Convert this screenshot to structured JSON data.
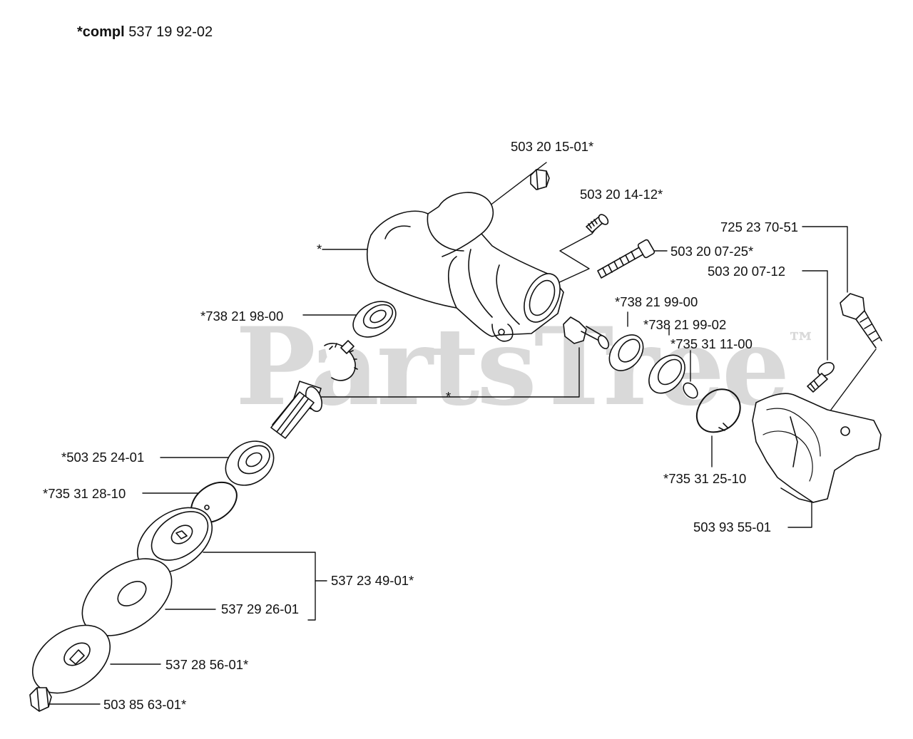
{
  "title": {
    "prefix": "*compl",
    "number": "537 19 92-02"
  },
  "watermark": {
    "text": "PartsTree",
    "mark": "™"
  },
  "labels": {
    "housing": "*",
    "plug_screw": "503 20 15-01*",
    "short_screw": "503 20 14-12*",
    "long_screw": "503 20 07-25*",
    "bearing_upper": "*738 21 98-00",
    "bearing_right1": "*738 21 99-00",
    "bearing_right2": "*738 21 99-02",
    "ring_small": "*735 31 11-00",
    "shaft_group": "*",
    "bearing_lower": "*503 25 24-01",
    "circlip_lower": "*735 31 28-10",
    "circlip_right": "*735 31 25-10",
    "guard_bolt": "725 23 70-51",
    "guard_screw": "503 20 07-12",
    "guard": "503 93 55-01",
    "group_kit": "537 23 49-01*",
    "dish": "537 29 26-01",
    "washer": "537 28 56-01*",
    "nut": "503 85 63-01*"
  }
}
